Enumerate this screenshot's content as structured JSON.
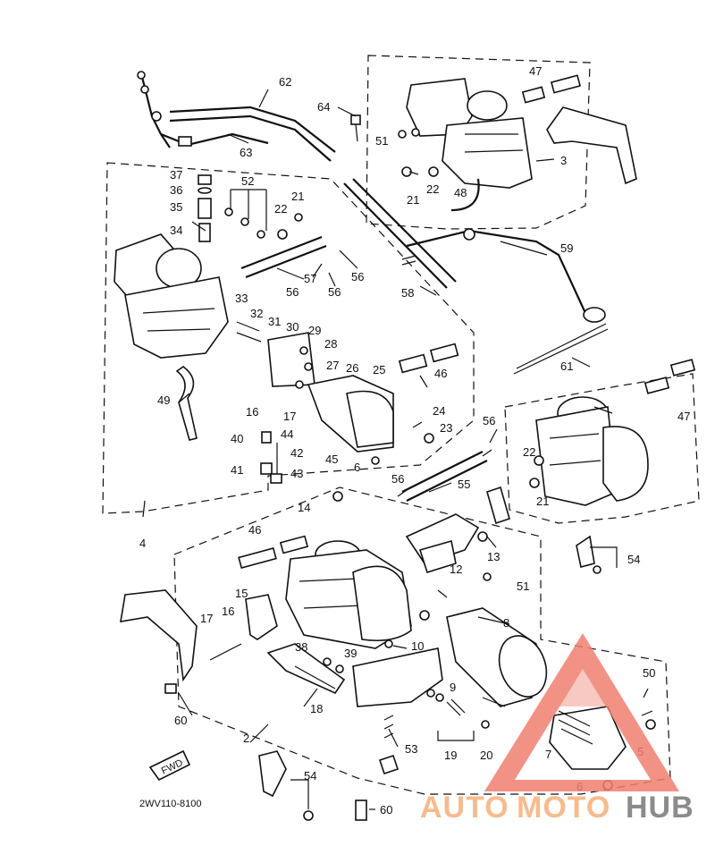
{
  "diagram": {
    "code": "2WV110-8100",
    "fwd_label": "FWD",
    "callouts": {
      "c2": "2",
      "c3": "3",
      "c4": "4",
      "c5": "5",
      "c6": "6",
      "c7": "7",
      "c8": "8",
      "c9": "9",
      "c10": "10",
      "c12": "12",
      "c13": "13",
      "c14": "14",
      "c15": "15",
      "c16a": "16",
      "c16b": "16",
      "c17a": "17",
      "c17b": "17",
      "c18": "18",
      "c19": "19",
      "c20": "20",
      "c21a": "21",
      "c21b": "21",
      "c21c": "21",
      "c22a": "22",
      "c22b": "22",
      "c22c": "22",
      "c23": "23",
      "c24": "24",
      "c25": "25",
      "c26": "26",
      "c27": "27",
      "c28": "28",
      "c29": "29",
      "c30": "30",
      "c31": "31",
      "c32": "32",
      "c33": "33",
      "c34": "34",
      "c35": "35",
      "c36": "36",
      "c37": "37",
      "c38": "38",
      "c39": "39",
      "c40": "40",
      "c41": "41",
      "c42": "42",
      "c43": "43",
      "c44": "44",
      "c45": "45",
      "c46a": "46",
      "c46b": "46",
      "c47a": "47",
      "c47b": "47",
      "c48": "48",
      "c49": "49",
      "c50": "50",
      "c51a": "51",
      "c51b": "51",
      "c52": "52",
      "c53": "53",
      "c54a": "54",
      "c54b": "54",
      "c55": "55",
      "c56a": "56",
      "c56b": "56",
      "c56c": "56",
      "c56d": "56",
      "c56e": "56",
      "c57": "57",
      "c58": "58",
      "c59": "59",
      "c60a": "60",
      "c60b": "60",
      "c61": "61",
      "c62": "62",
      "c63": "63",
      "c64": "64"
    }
  },
  "watermark": {
    "auto": "AUTO",
    "moto": "MOTO",
    "hub": "HUB",
    "colors": {
      "accent": "#f08070",
      "auto": "#f5b07a",
      "hub": "#777777"
    }
  }
}
